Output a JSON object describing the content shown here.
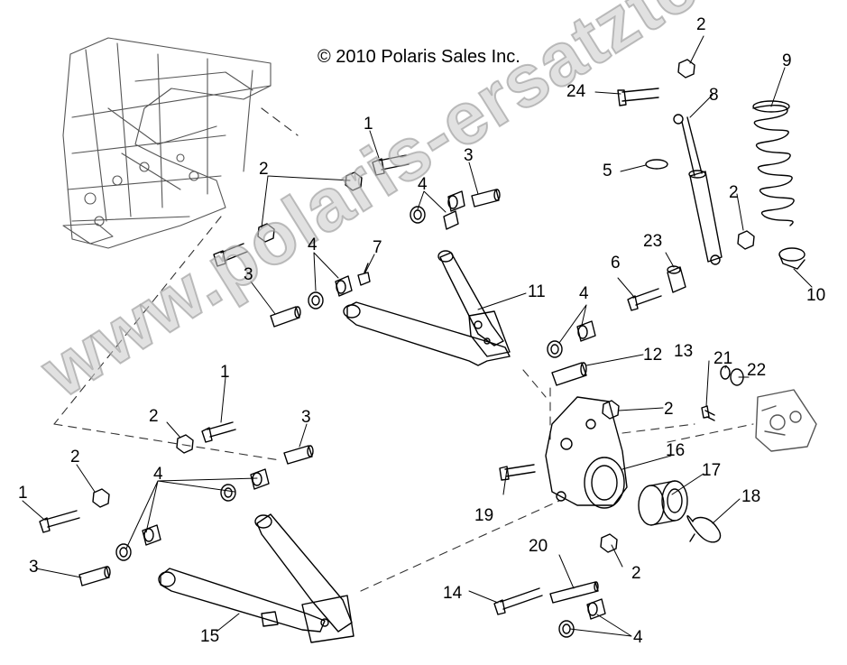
{
  "copyright": "© 2010 Polaris Sales Inc.",
  "watermark": "www.polaris-ersatzteile.de",
  "callouts": [
    "2",
    "9",
    "24",
    "8",
    "1",
    "3",
    "5",
    "2",
    "2",
    "4",
    "23",
    "6",
    "10",
    "4",
    "7",
    "11",
    "4",
    "3",
    "13",
    "21",
    "22",
    "12",
    "2",
    "1",
    "3",
    "16",
    "2",
    "17",
    "19",
    "18",
    "1",
    "4",
    "3",
    "20",
    "2",
    "14",
    "4",
    "15"
  ]
}
